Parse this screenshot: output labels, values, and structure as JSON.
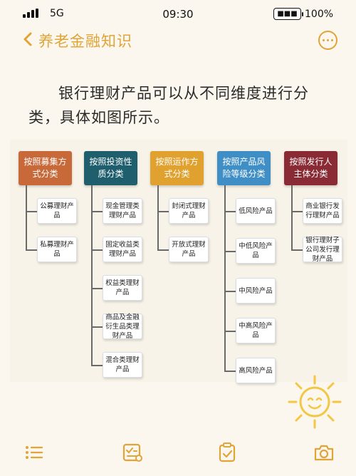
{
  "status_bar": {
    "network": "5G",
    "time": "09:30",
    "battery_percent": "100%",
    "battery_glyph": "■■■"
  },
  "nav": {
    "title": "养老金融知识"
  },
  "note": {
    "text": "银行理财产品可以从不同维度进行分类，具体如图所示。"
  },
  "diagram": {
    "categories": [
      {
        "label": "按照募集方式分类",
        "color": "#c8693a",
        "items": [
          "公募理财产品",
          "私募理财产品"
        ]
      },
      {
        "label": "按照投资性质分类",
        "color": "#1f5f6d",
        "items": [
          "现金管理类理财产品",
          "固定收益类理财产品",
          "权益类理财产品",
          "商品及金融衍生品类理财产品",
          "混合类理财产品"
        ]
      },
      {
        "label": "按照运作方式分类",
        "color": "#e0a12e",
        "items": [
          "封闭式理财产品",
          "开放式理财产品"
        ]
      },
      {
        "label": "按照产品风险等级分类",
        "color": "#3f8fc6",
        "items": [
          "低风险产品",
          "中低风险产品",
          "中风险产品",
          "中高风险产品",
          "高风险产品"
        ]
      },
      {
        "label": "按照发行人主体分类",
        "color": "#8a2a35",
        "items": [
          "商业银行发行理财产品",
          "银行理财子公司发行理财产品"
        ]
      }
    ]
  },
  "colors": {
    "accent": "#e0a437",
    "background": "#fbf7ee"
  },
  "icons": {
    "toolbar": [
      "list-icon",
      "checklist-icon",
      "clipboard-check-icon",
      "camera-icon"
    ]
  }
}
